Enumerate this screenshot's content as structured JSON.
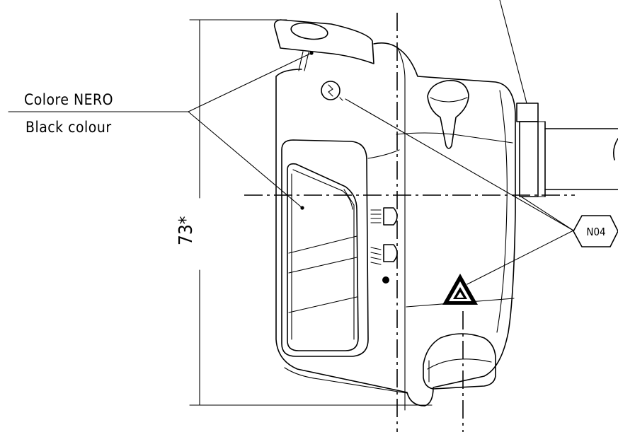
{
  "callout_material": {
    "line1": "Colore NERO",
    "line2": "Black colour"
  },
  "dimension": {
    "value": "73*"
  },
  "part_tag": {
    "code": "N04"
  }
}
